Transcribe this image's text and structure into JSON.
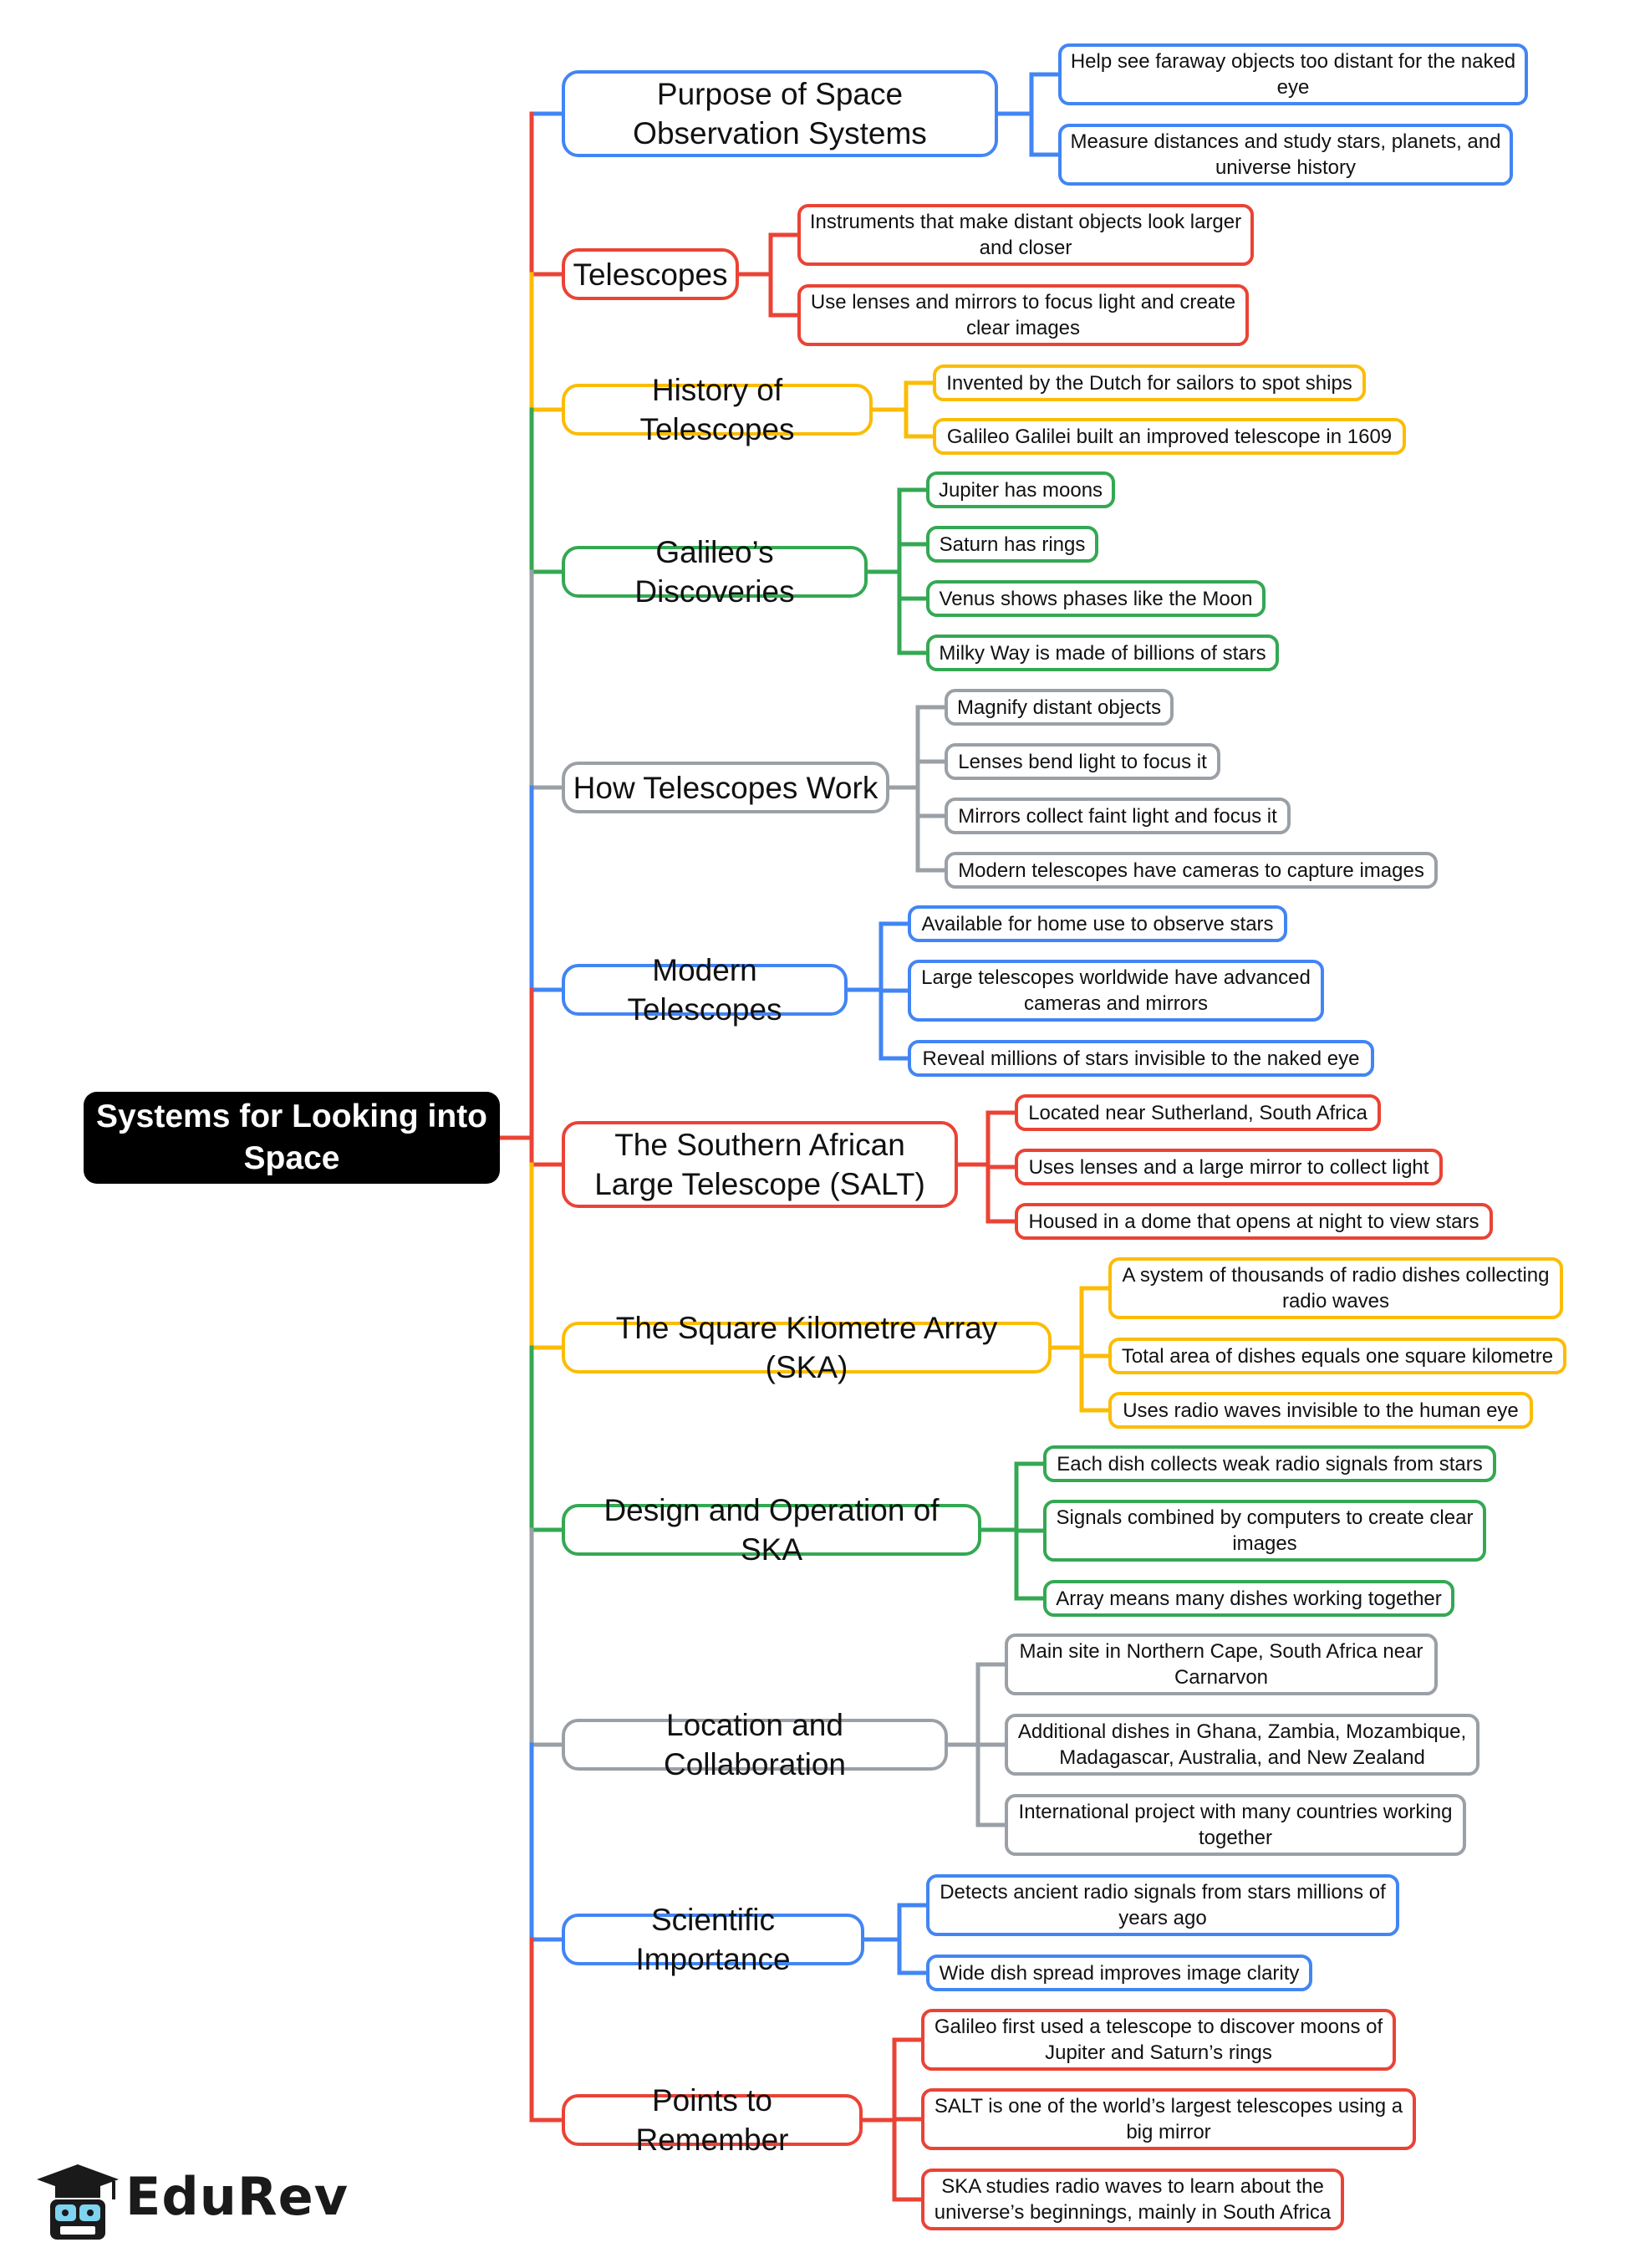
{
  "colors": {
    "blue": "#4285f4",
    "red": "#ea4335",
    "yellow": "#fbbc05",
    "green": "#34a853",
    "gray": "#9aa0a6",
    "root_bg": "#000000"
  },
  "root": {
    "label": "Systems for Looking into Space"
  },
  "branches": [
    {
      "label": "Purpose of Space Observation Systems",
      "color": "blue",
      "children": [
        "Help see faraway objects too distant for the naked eye",
        "Measure distances and study stars, planets, and universe history"
      ]
    },
    {
      "label": "Telescopes",
      "color": "red",
      "children": [
        "Instruments that make distant objects look larger and closer",
        "Use lenses and mirrors to focus light and create clear images"
      ]
    },
    {
      "label": "History of Telescopes",
      "color": "yellow",
      "children": [
        "Invented by the Dutch for sailors to spot ships",
        "Galileo Galilei built an improved telescope in 1609"
      ]
    },
    {
      "label": "Galileo’s Discoveries",
      "color": "green",
      "children": [
        "Jupiter has moons",
        "Saturn has rings",
        "Venus shows phases like the Moon",
        "Milky Way is made of billions of stars"
      ]
    },
    {
      "label": "How Telescopes Work",
      "color": "gray",
      "children": [
        "Magnify distant objects",
        "Lenses bend light to focus it",
        "Mirrors collect faint light and focus it",
        "Modern telescopes have cameras to capture images"
      ]
    },
    {
      "label": "Modern Telescopes",
      "color": "blue",
      "children": [
        "Available for home use to observe stars",
        "Large telescopes worldwide have advanced cameras and mirrors",
        "Reveal millions of stars invisible to the naked eye"
      ]
    },
    {
      "label": "The Southern African Large Telescope (SALT)",
      "color": "red",
      "children": [
        "Located near Sutherland, South Africa",
        "Uses lenses and a large mirror to collect light",
        "Housed in a dome that opens at night to view stars"
      ]
    },
    {
      "label": "The Square Kilometre Array (SKA)",
      "color": "yellow",
      "children": [
        "A system of thousands of radio dishes collecting radio waves",
        "Total area of dishes equals one square kilometre",
        "Uses radio waves invisible to the human eye"
      ]
    },
    {
      "label": "Design and Operation of SKA",
      "color": "green",
      "children": [
        "Each dish collects weak radio signals from stars",
        "Signals combined by computers to create clear images",
        "Array means many dishes working together"
      ]
    },
    {
      "label": "Location and Collaboration",
      "color": "gray",
      "children": [
        "Main site in Northern Cape, South Africa near Carnarvon",
        "Additional dishes in Ghana, Zambia, Mozambique, Madagascar, Australia, and New Zealand",
        "International project with many countries working together"
      ]
    },
    {
      "label": "Scientific Importance",
      "color": "blue",
      "children": [
        "Detects ancient radio signals from stars millions of years ago",
        "Wide dish spread improves image clarity"
      ]
    },
    {
      "label": "Points to Remember",
      "color": "red",
      "children": [
        "Galileo first used a telescope to discover moons of Jupiter and Saturn’s rings",
        "SALT is one of the world’s largest telescopes using a big mirror",
        "SKA studies radio waves to learn about the universe’s beginnings, mainly in South Africa"
      ]
    }
  ],
  "brand": {
    "name": "EduRev",
    "icon": "graduation-cap-book-icon"
  }
}
